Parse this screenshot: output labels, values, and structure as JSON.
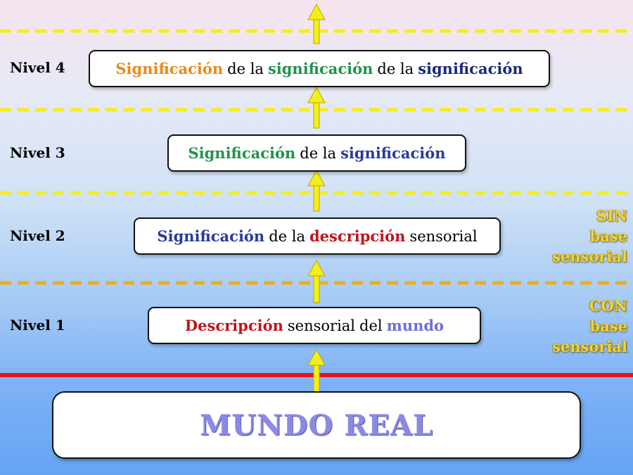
{
  "levels": [
    {
      "label": "Nivel 4",
      "parts": [
        {
          "text": "Significación",
          "style": "orange b"
        },
        {
          "text": "de la",
          "style": "plain"
        },
        {
          "text": "significación",
          "style": "green b"
        },
        {
          "text": "de la",
          "style": "plain"
        },
        {
          "text": "significación",
          "style": "navy b"
        }
      ]
    },
    {
      "label": "Nivel 3",
      "parts": [
        {
          "text": "Significación",
          "style": "green b"
        },
        {
          "text": "de la",
          "style": "plain"
        },
        {
          "text": "significación",
          "style": "blue b"
        }
      ]
    },
    {
      "label": "Nivel 2",
      "parts": [
        {
          "text": "Significación",
          "style": "blue b"
        },
        {
          "text": "de la",
          "style": "plain"
        },
        {
          "text": "descripción",
          "style": "red b"
        },
        {
          "text": "sensorial",
          "style": "plain"
        }
      ]
    },
    {
      "label": "Nivel 1",
      "parts": [
        {
          "text": "Descripción",
          "style": "red b"
        },
        {
          "text": "sensorial",
          "style": "plain"
        },
        {
          "text": "del",
          "style": "plain"
        },
        {
          "text": "mundo",
          "style": "violet b"
        }
      ]
    }
  ],
  "sin_label": {
    "line1": "SIN",
    "line2": "base",
    "line3": "sensorial"
  },
  "con_label": {
    "line1": "CON",
    "line2": "base",
    "line3": "sensorial"
  },
  "mundo_real": "MUNDO REAL",
  "colors": {
    "divider_yellow": "#f5ee1a",
    "divider_gold": "#e8b020",
    "base_line_red": "#e5141c",
    "arrow_yellow": "#f5ee1a"
  }
}
